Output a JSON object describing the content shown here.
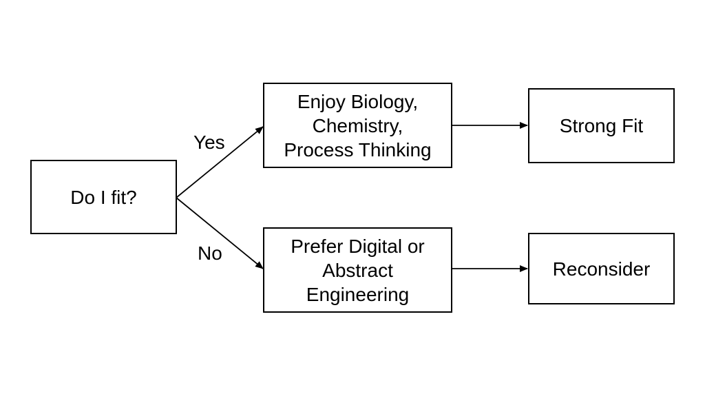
{
  "diagram": {
    "nodes": {
      "start": {
        "label": "Do I fit?"
      },
      "yes_condition": {
        "label": "Enjoy Biology,\nChemistry,\nProcess Thinking"
      },
      "no_condition": {
        "label": "Prefer Digital or\nAbstract\nEngineering"
      },
      "yes_outcome": {
        "label": "Strong Fit"
      },
      "no_outcome": {
        "label": "Reconsider"
      }
    },
    "edges": {
      "yes_label": "Yes",
      "no_label": "No"
    },
    "colors": {
      "stroke": "#000000",
      "background": "#ffffff"
    }
  }
}
